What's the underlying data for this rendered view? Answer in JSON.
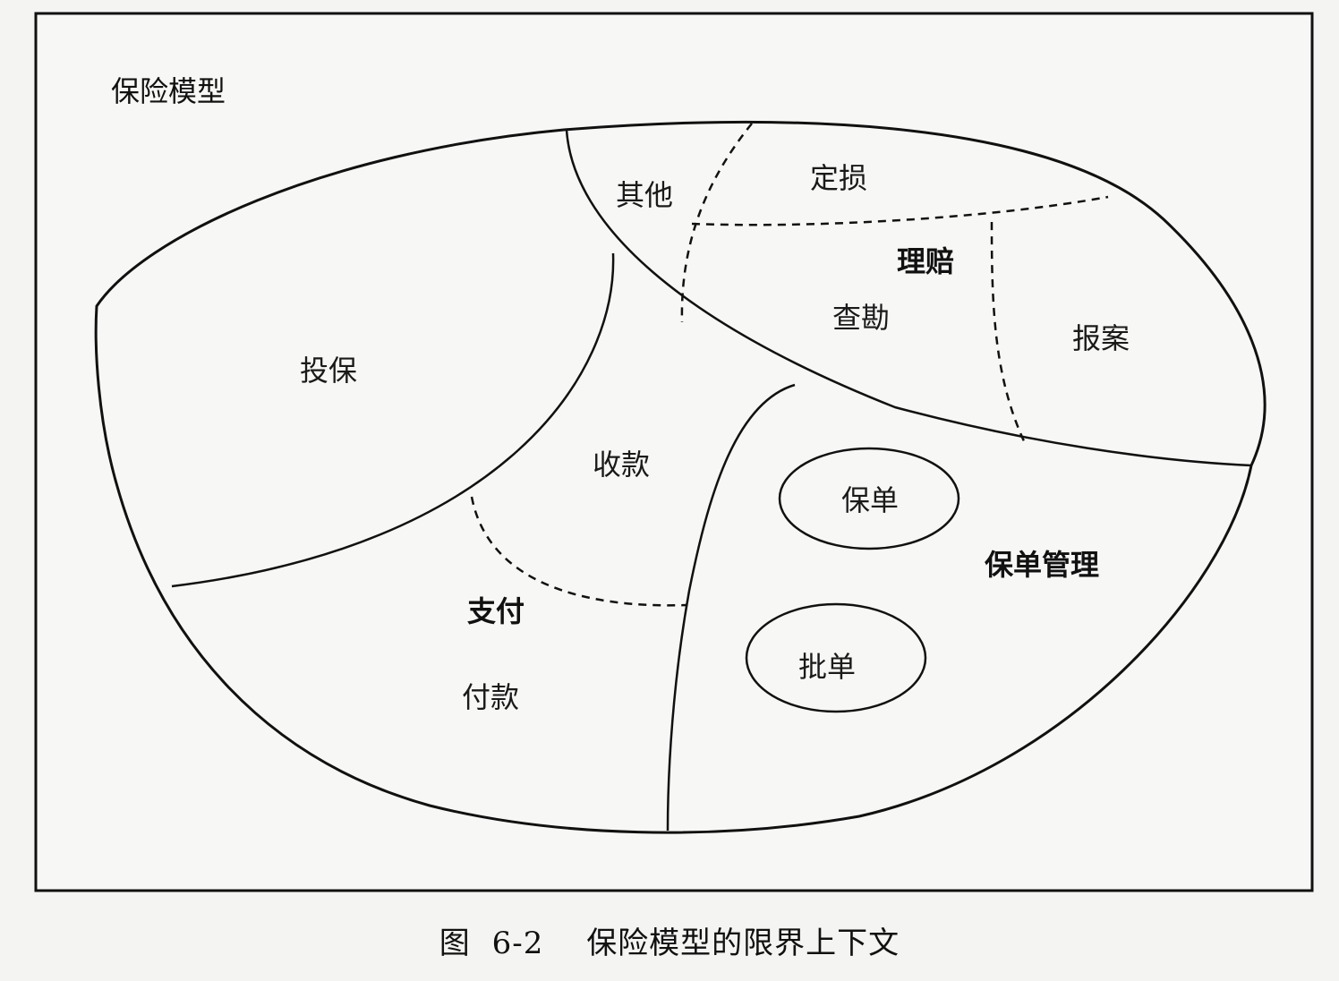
{
  "model": {
    "title": "保险模型"
  },
  "regions": {
    "toubao": "投保",
    "qita": "其他",
    "dingsun": "定损",
    "lipei": "理赔",
    "chakan": "查勘",
    "baoan": "报案",
    "shoukuan": "收款",
    "zhifu": "支付",
    "fukuan": "付款",
    "baodan": "保单",
    "pidan": "批单",
    "baodan_guanli": "保单管理"
  },
  "caption": {
    "prefix": "图",
    "number": "6-2",
    "text": "保险模型的限界上下文"
  }
}
